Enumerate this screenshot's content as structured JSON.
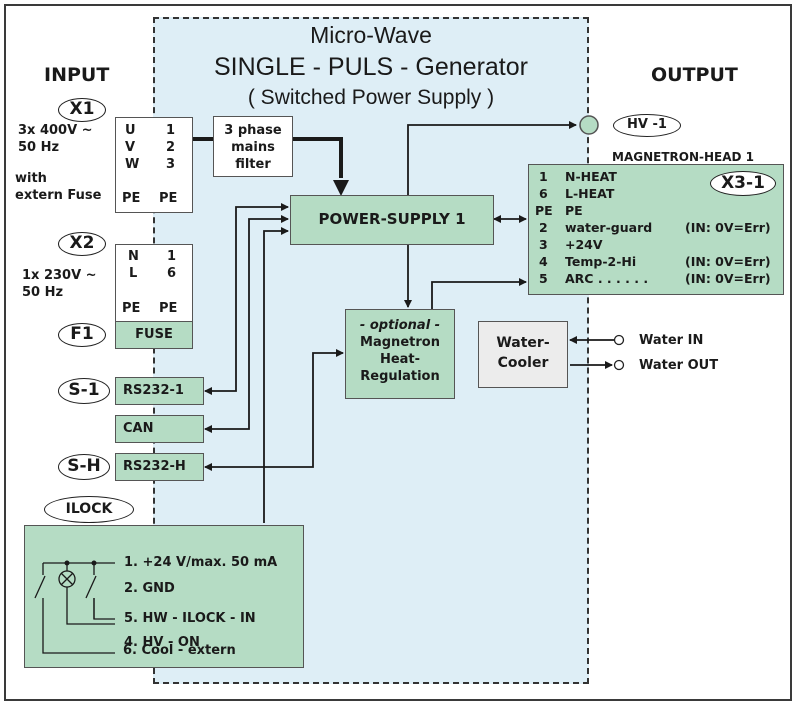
{
  "title": {
    "line1": "Micro-Wave",
    "line2": "SINGLE - PULS - Generator",
    "line3": "( Switched Power Supply )"
  },
  "sections": {
    "input": "INPUT",
    "output": "OUTPUT"
  },
  "x1": {
    "tag": "X1",
    "desc1": "3x 400V ~",
    "desc2": "50 Hz",
    "desc3": "with",
    "desc4": "extern Fuse",
    "pins": [
      [
        "U",
        "1"
      ],
      [
        "V",
        "2"
      ],
      [
        "W",
        "3"
      ],
      [
        "PE",
        "PE"
      ]
    ]
  },
  "filter": {
    "line1": "3 phase",
    "line2": "mains",
    "line3": "filter"
  },
  "x2": {
    "tag": "X2",
    "desc1": "1x 230V ~",
    "desc2": "50 Hz",
    "pins": [
      [
        "N",
        "1"
      ],
      [
        "L",
        "6"
      ],
      [
        "PE",
        "PE"
      ]
    ]
  },
  "f1": {
    "tag": "F1",
    "label": "FUSE"
  },
  "s1": {
    "tag": "S-1",
    "label": "RS232-1"
  },
  "can": {
    "label": "CAN"
  },
  "sh": {
    "tag": "S-H",
    "label": "RS232-H"
  },
  "power_supply": {
    "label": "POWER-SUPPLY  1"
  },
  "heat_reg": {
    "line1": "- optional -",
    "line2": "Magnetron",
    "line3": "Heat-",
    "line4": "Regulation"
  },
  "water_cooler": {
    "line1": "Water-",
    "line2": "Cooler"
  },
  "water": {
    "in": "Water IN",
    "out": "Water OUT"
  },
  "hv": {
    "tag": "HV -1"
  },
  "magnetron_head": {
    "title": "MAGNETRON-HEAD 1",
    "tag": "X3-1",
    "pins": [
      {
        "num": "1",
        "name": "N-HEAT",
        "note": ""
      },
      {
        "num": "6",
        "name": "L-HEAT",
        "note": ""
      },
      {
        "num": "PE",
        "name": "PE",
        "note": ""
      },
      {
        "num": "2",
        "name": "water-guard",
        "note": "(IN: 0V=Err)"
      },
      {
        "num": "3",
        "name": "+24V",
        "note": ""
      },
      {
        "num": "4",
        "name": "Temp-2-Hi",
        "note": "(IN: 0V=Err)"
      },
      {
        "num": "5",
        "name": "ARC . . . . . .",
        "note": "(IN: 0V=Err)"
      }
    ]
  },
  "ilock": {
    "tag": "ILOCK",
    "items": [
      "1. +24 V/max. 50 mA",
      "2.  GND",
      "5. HW - ILOCK - IN",
      "4. HV - ON",
      "6. Cool - extern"
    ]
  }
}
